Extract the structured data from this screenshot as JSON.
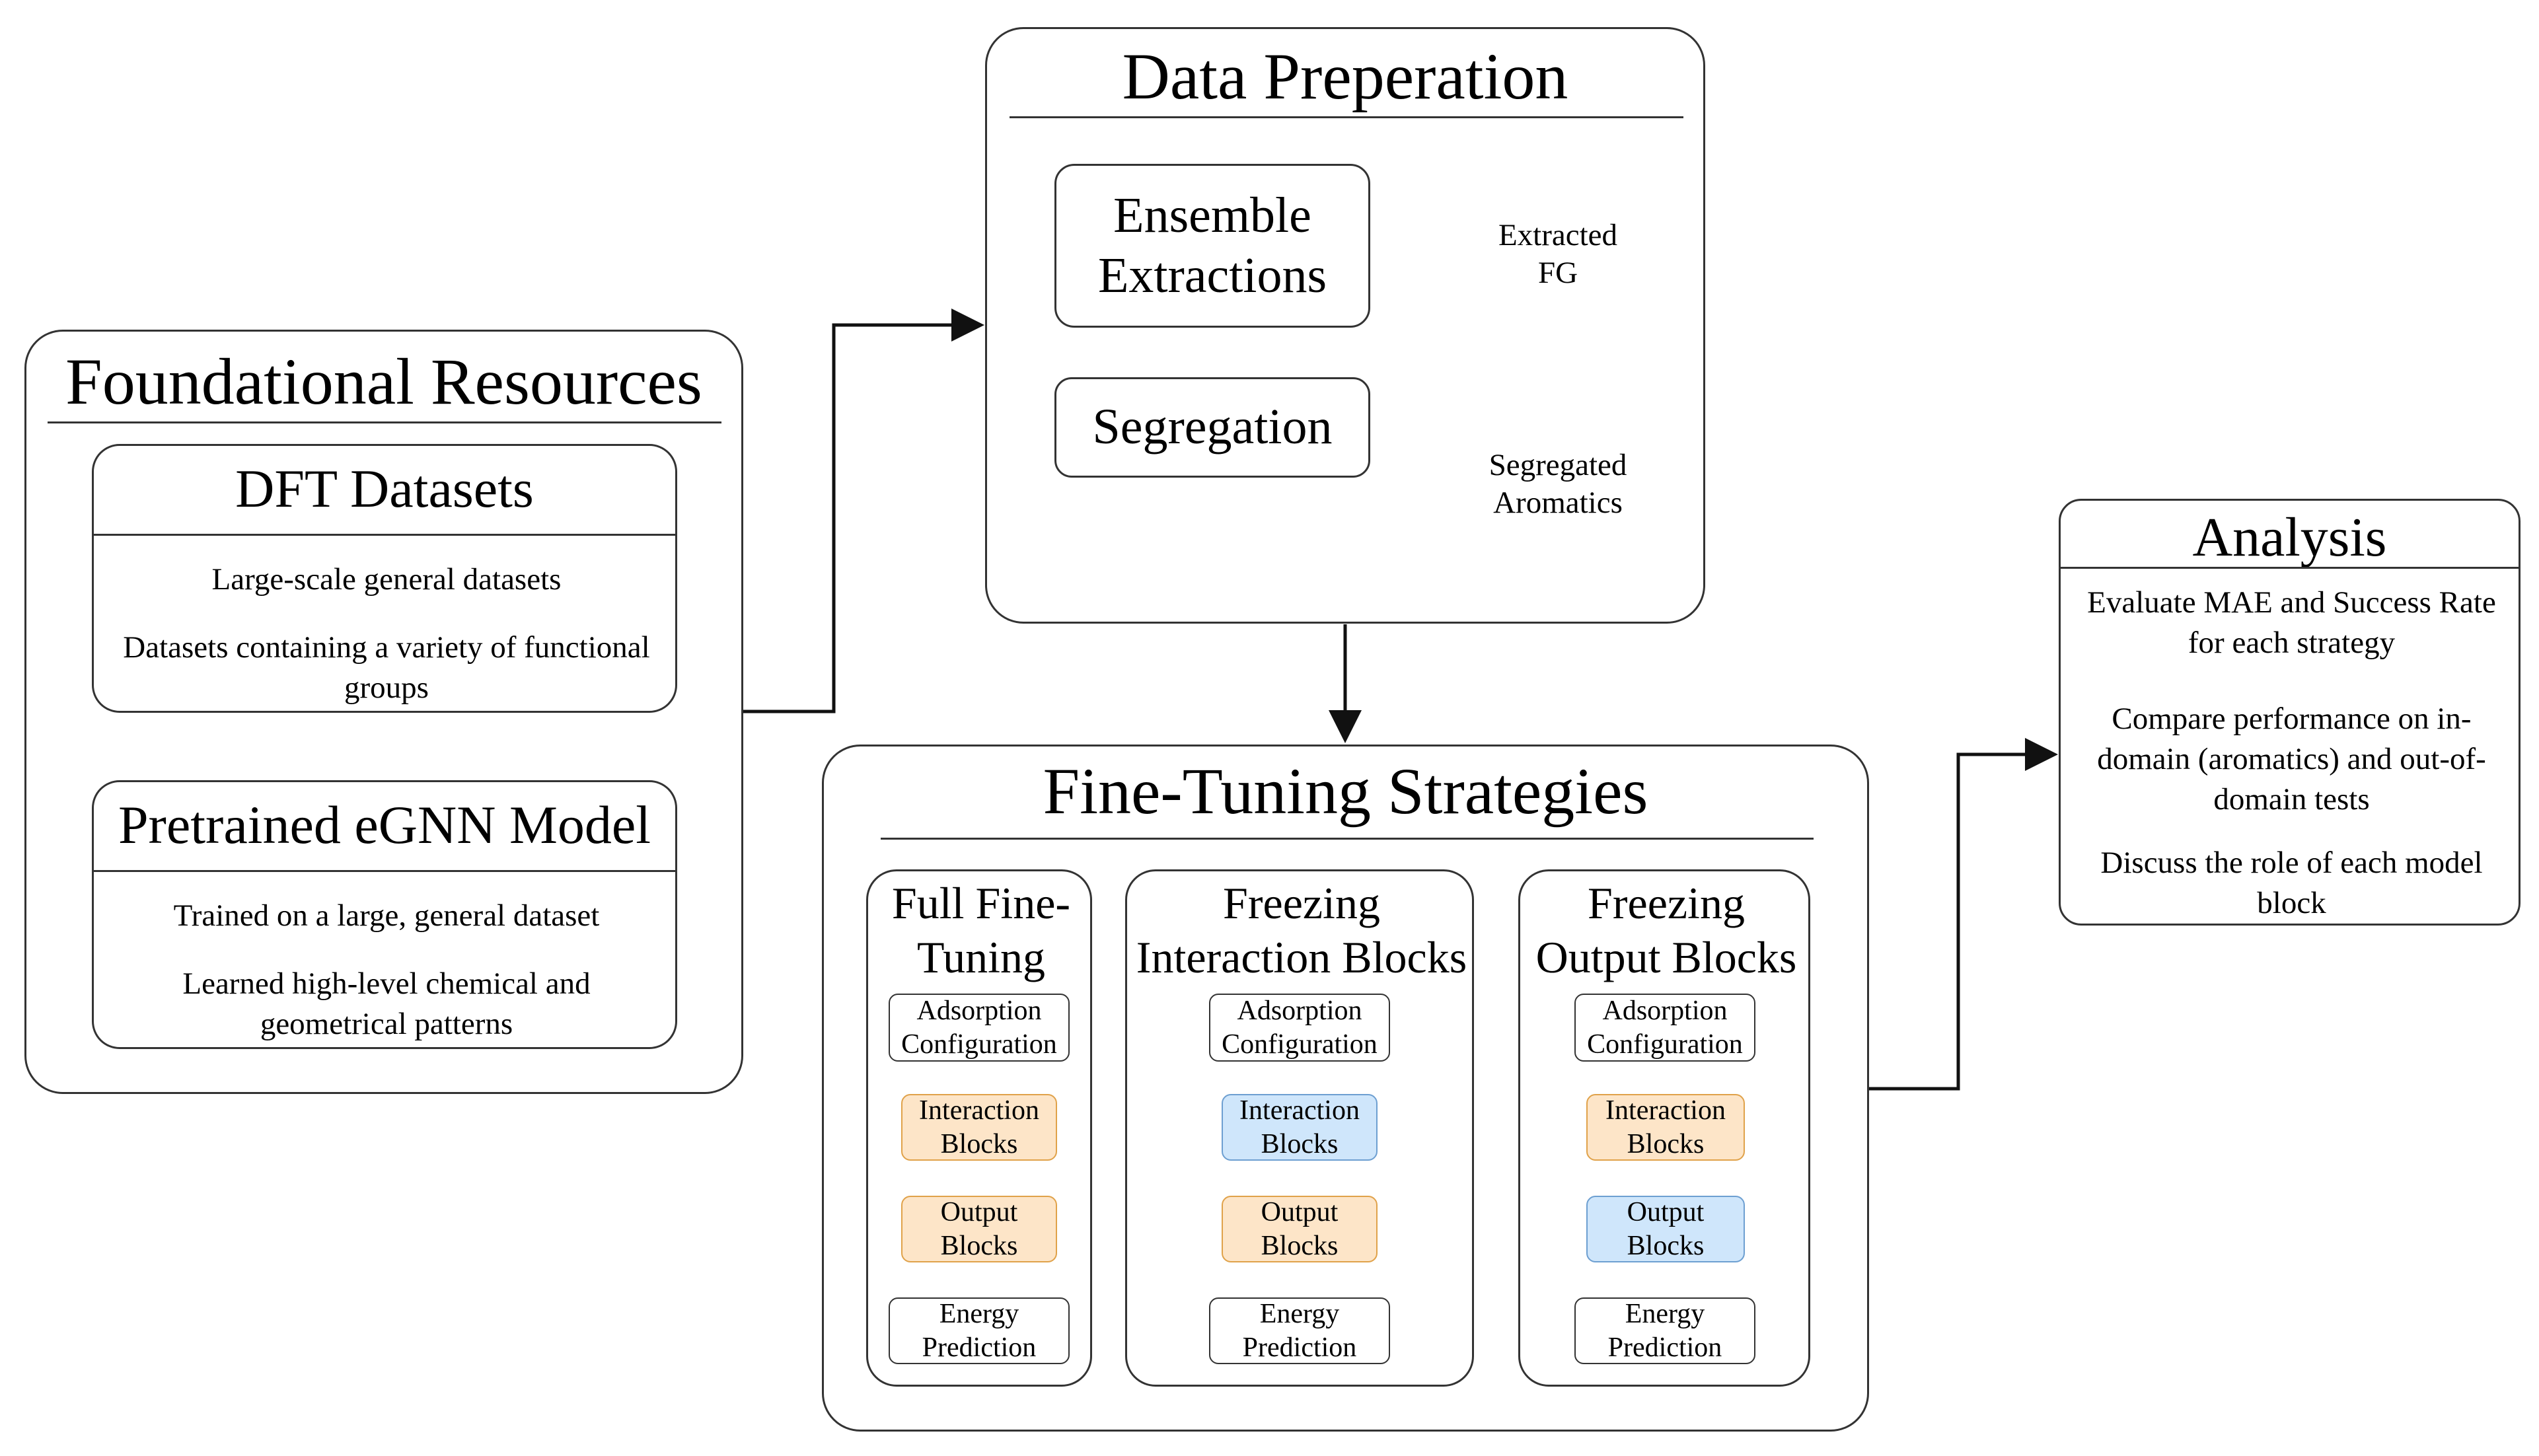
{
  "foundational": {
    "title": "Foundational Resources",
    "dft": {
      "title": "DFT Datasets",
      "item1": "Large-scale general datasets",
      "item2": "Datasets containing a variety of functional groups"
    },
    "egnn": {
      "title": "Pretrained eGNN Model",
      "item1": "Trained on a large, general dataset",
      "item2": "Learned high-level chemical and geometrical patterns"
    }
  },
  "data_prep": {
    "title": "Data Preperation",
    "ensemble": "Ensemble Extractions",
    "segregation": "Segregation",
    "db_extracted": "Extracted FG",
    "db_segregated": "Segregated Aromatics"
  },
  "finetuning": {
    "title": "Fine-Tuning Strategies",
    "strategies": [
      {
        "title": "Full Fine-Tuning",
        "blocks": [
          "Adsorption Configuration",
          "Interaction Blocks",
          "Output Blocks",
          "Energy Prediction"
        ]
      },
      {
        "title": "Freezing Interaction Blocks",
        "blocks": [
          "Adsorption Configuration",
          "Interaction Blocks",
          "Output Blocks",
          "Energy Prediction"
        ]
      },
      {
        "title": "Freezing Output Blocks",
        "blocks": [
          "Adsorption Configuration",
          "Interaction Blocks",
          "Output Blocks",
          "Energy Prediction"
        ]
      }
    ]
  },
  "analysis": {
    "title": "Analysis",
    "item1": "Evaluate MAE and Success Rate for each strategy",
    "item2": "Compare performance on in-domain (aromatics) and out-of-domain tests",
    "item3": "Discuss the role of each model block"
  },
  "colors": {
    "trainable_orange": "#fde5c8",
    "frozen_blue": "#cfe6fb",
    "line": "#111111"
  }
}
